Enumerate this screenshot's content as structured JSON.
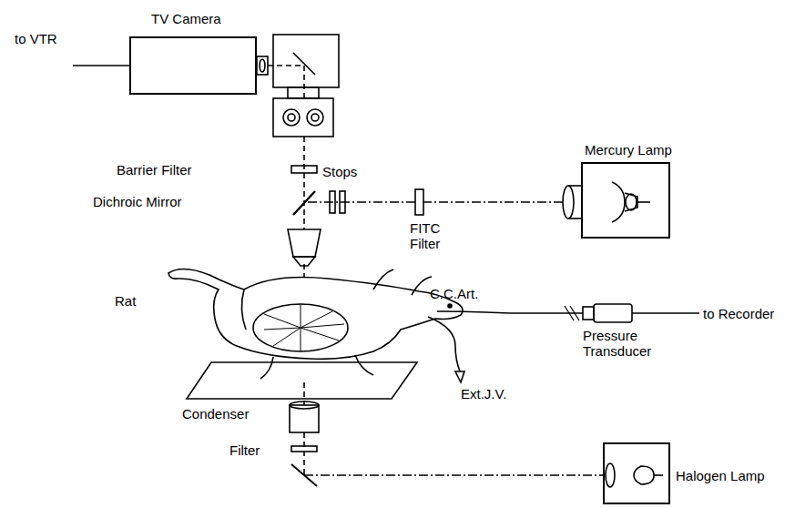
{
  "diagram": {
    "nodes": [
      {
        "text": [
          "TV Camera"
        ]
      },
      {
        "text": [
          "Mercury Lamp"
        ]
      },
      {
        "text": [
          "Halogen Lamp"
        ]
      }
    ],
    "labels": [
      "to VTR",
      "Barrier Filter",
      "Stops",
      "Dichroic Mirror",
      "FITC Filter",
      "Rat",
      "C.C.Art.",
      "Pressure Transducer",
      "to Recorder",
      "Ext.J.V.",
      "Condenser",
      "Filter"
    ]
  }
}
